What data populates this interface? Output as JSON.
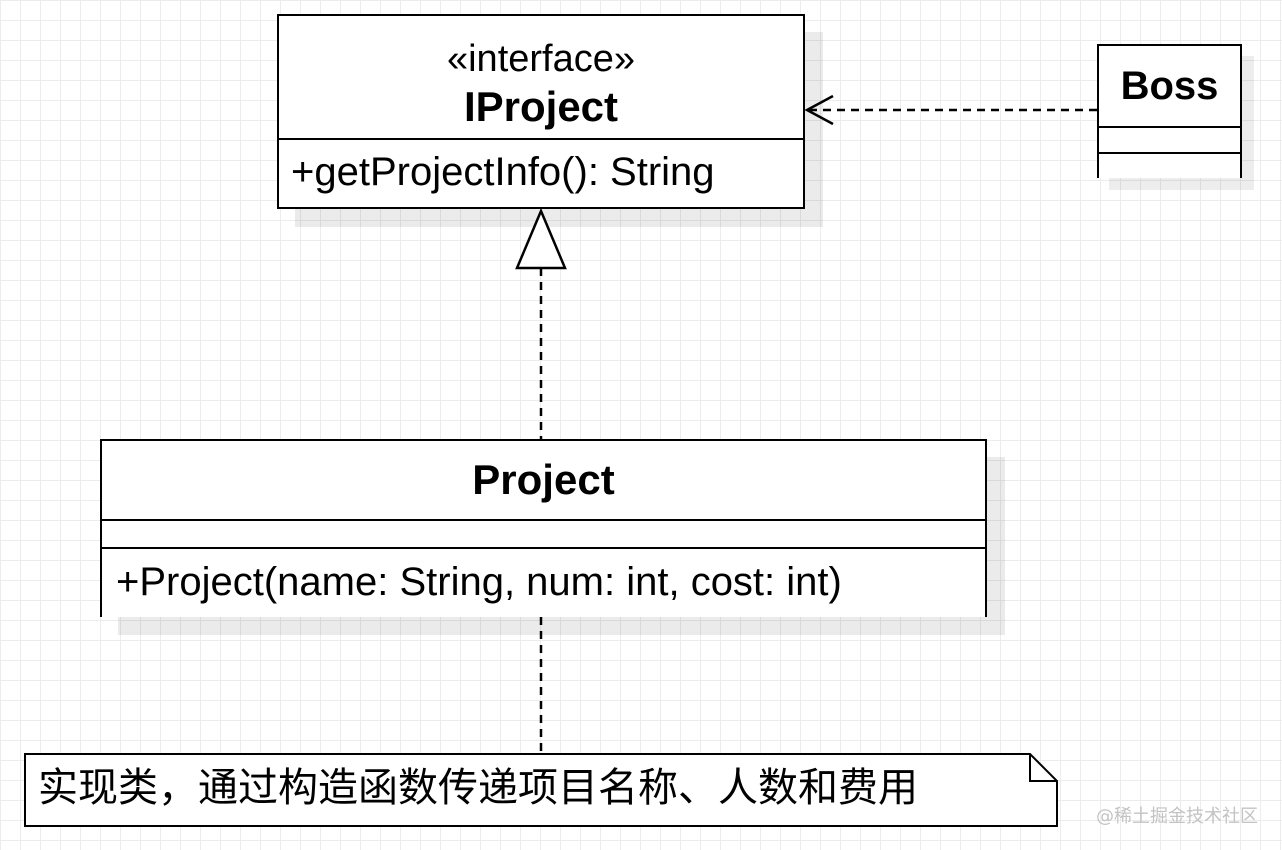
{
  "diagram": {
    "iproject": {
      "stereotype": "«interface»",
      "name": "IProject",
      "method": "+getProjectInfo(): String"
    },
    "boss": {
      "name": "Boss"
    },
    "project": {
      "name": "Project",
      "constructor": "+Project(name: String, num: int, cost: int)"
    },
    "note": {
      "text": "实现类，通过构造函数传递项目名称、人数和费用"
    }
  },
  "watermark": "@稀土掘金技术社区"
}
